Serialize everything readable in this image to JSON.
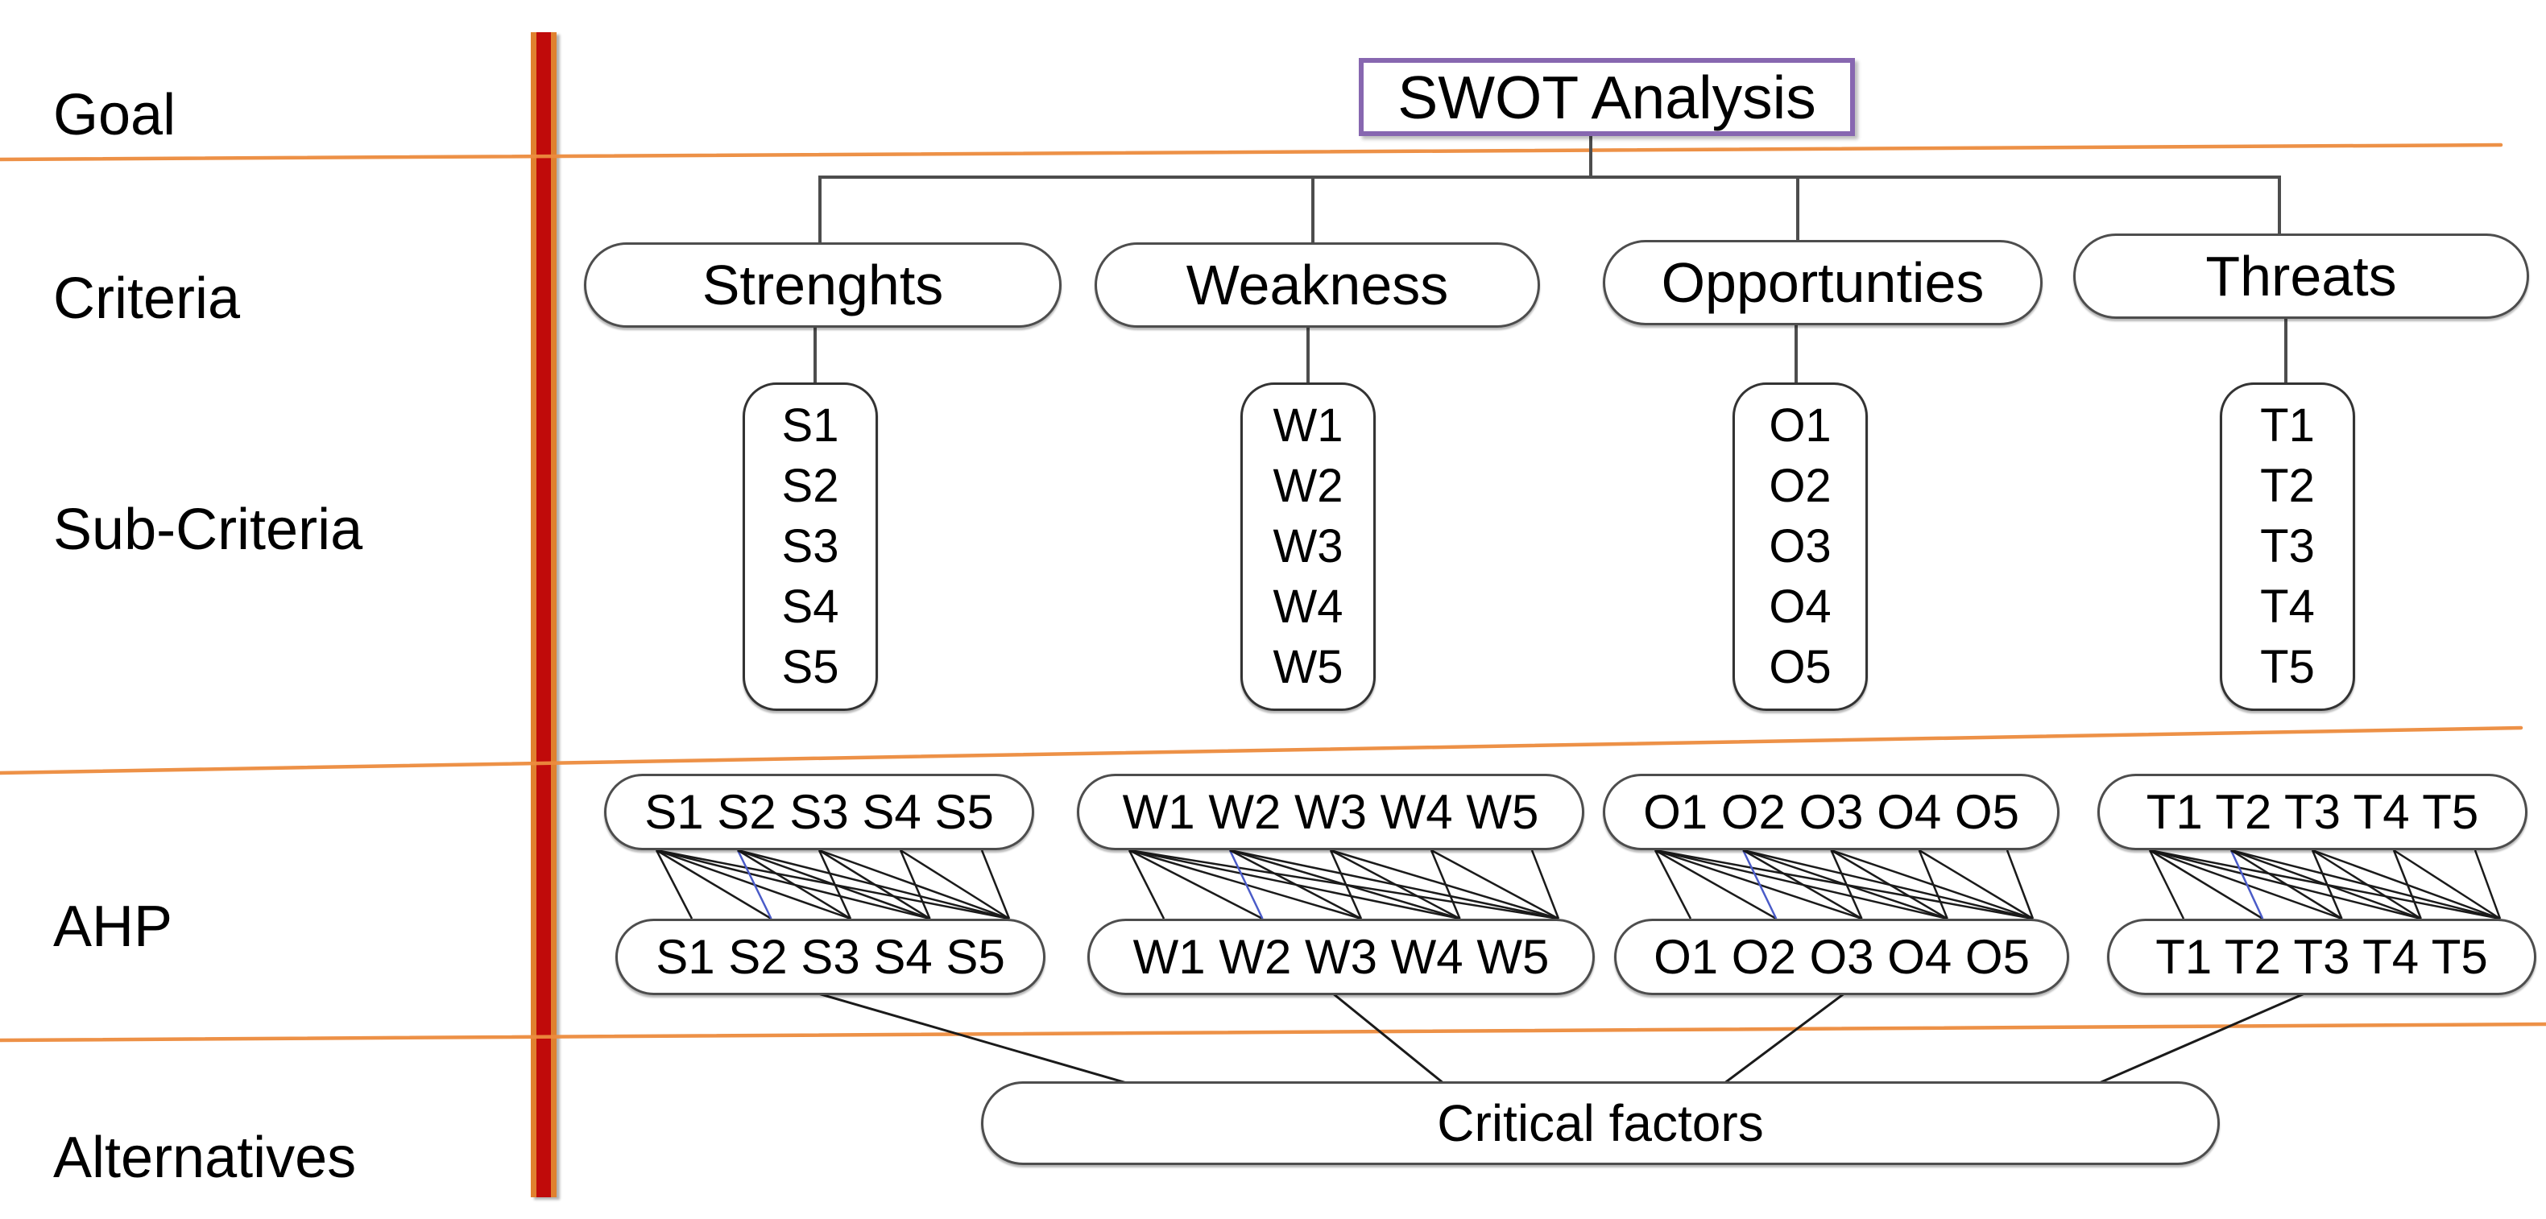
{
  "row_labels": [
    "Goal",
    "Criteria",
    "Sub-Criteria",
    "AHP",
    "Alternatives"
  ],
  "goal": {
    "title": "SWOT Analysis"
  },
  "groups": [
    {
      "criterion": "Strenghts",
      "sub_criteria": [
        "S1",
        "S2",
        "S3",
        "S4",
        "S5"
      ],
      "ahp_top": "S1 S2 S3 S4 S5",
      "ahp_bottom": "S1 S2 S3 S4 S5"
    },
    {
      "criterion": "Weakness",
      "sub_criteria": [
        "W1",
        "W2",
        "W3",
        "W4",
        "W5"
      ],
      "ahp_top": "W1 W2 W3 W4 W5",
      "ahp_bottom": "W1 W2 W3 W4 W5"
    },
    {
      "criterion": "Opportunties",
      "sub_criteria": [
        "O1",
        "O2",
        "O3",
        "O4",
        "O5"
      ],
      "ahp_top": "O1 O2 O3 O4 O5",
      "ahp_bottom": "O1 O2 O3 O4 O5"
    },
    {
      "criterion": "Threats",
      "sub_criteria": [
        "T1",
        "T2",
        "T3",
        "T4",
        "T5"
      ],
      "ahp_top": "T1 T2 T3 T4 T5",
      "ahp_bottom": "T1 T2 T3 T4 T5"
    }
  ],
  "alternatives_label": "Critical factors",
  "colors": {
    "accent-red": "#c00a0a",
    "bar-edge-orange": "#e0812f",
    "accent-orange": "#ed8c3e",
    "accent-purple": "#8767b0",
    "line-dark": "#4d4d4d",
    "line-black": "#1a1a1a",
    "line-blue": "#4a5bc8"
  }
}
